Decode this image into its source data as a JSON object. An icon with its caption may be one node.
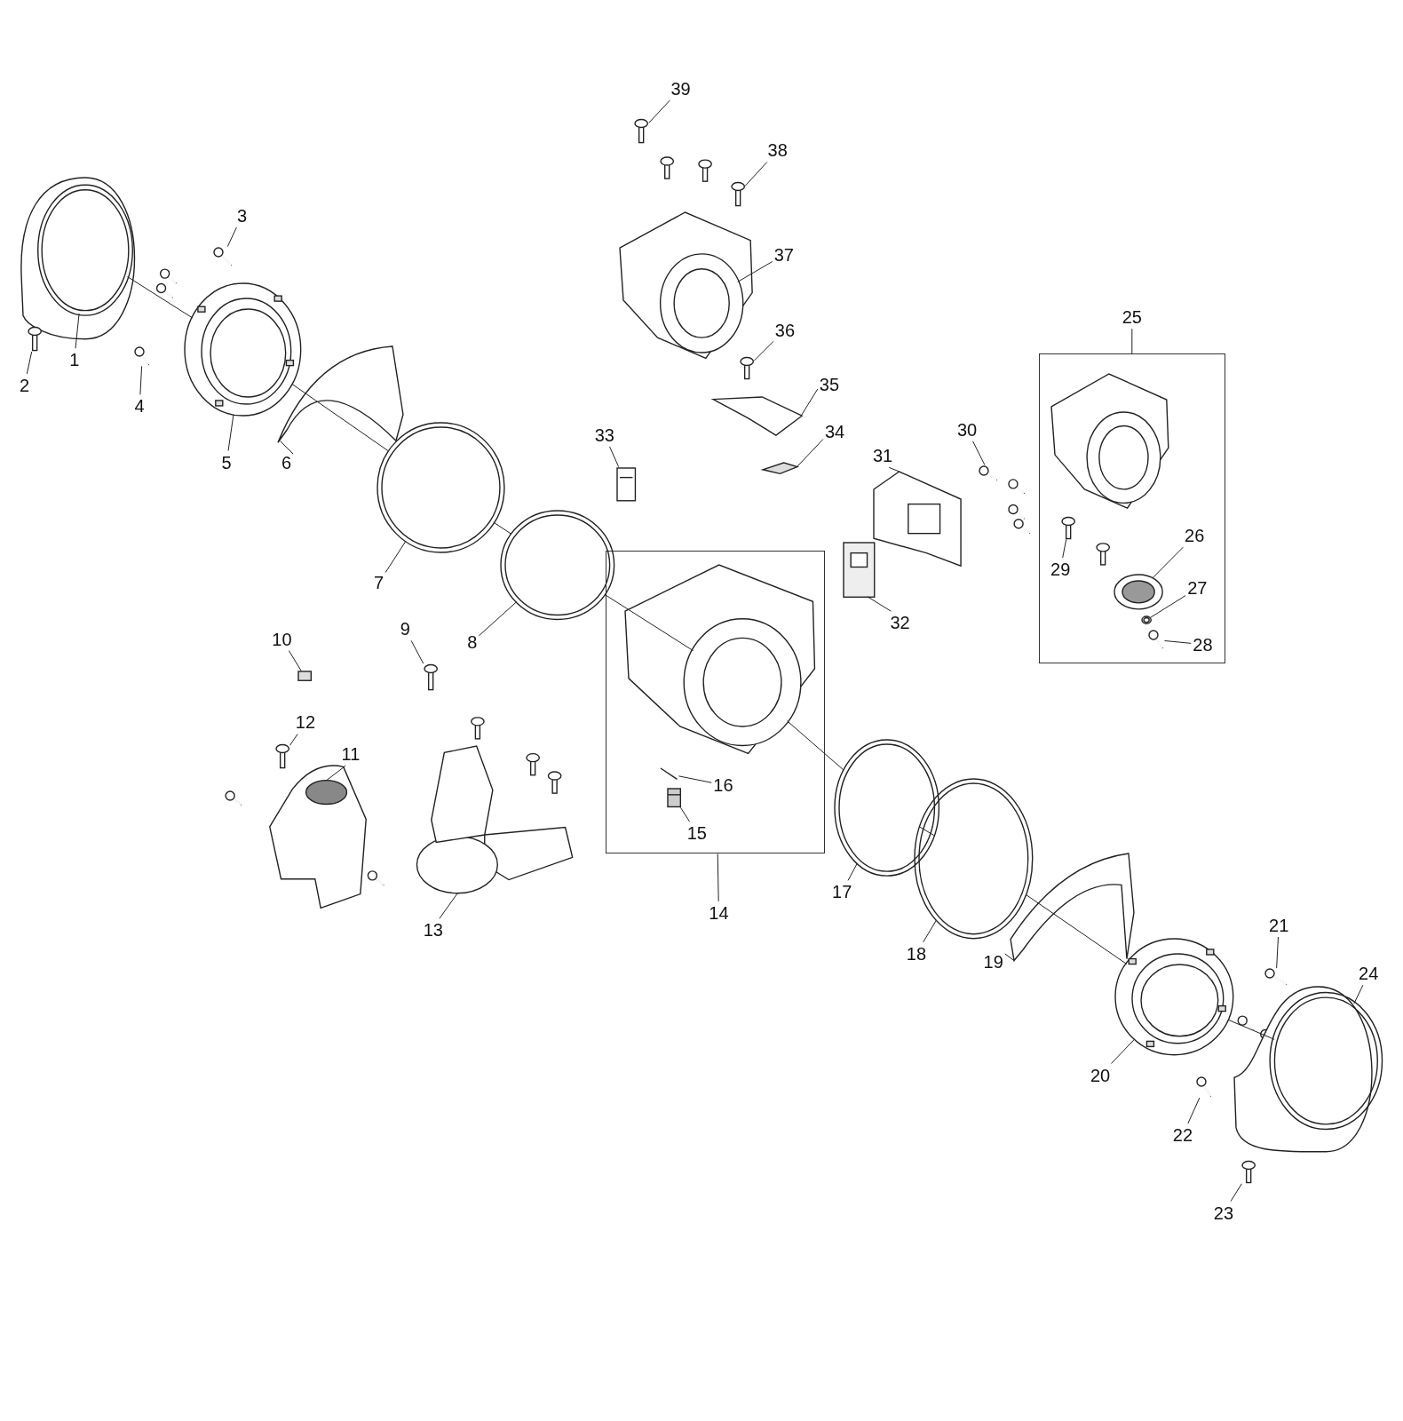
{
  "diagram": {
    "nodes": [
      {
        "text": [
          "1"
        ]
      },
      {
        "text": [],
        "shape": "picture"
      },
      {
        "text": [
          "2"
        ]
      },
      {
        "text": [],
        "shape": "picture"
      },
      {
        "text": [
          "3"
        ]
      },
      {
        "text": [],
        "shape": "picture"
      },
      {
        "text": [
          "4"
        ]
      },
      {
        "text": [],
        "shape": "picture"
      },
      {
        "text": [
          "5"
        ]
      },
      {
        "text": [],
        "shape": "picture"
      },
      {
        "text": [
          "6"
        ]
      },
      {
        "text": [],
        "shape": "picture"
      },
      {
        "text": [
          "7"
        ]
      },
      {
        "text": [],
        "shape": "picture"
      },
      {
        "text": [
          "8"
        ]
      },
      {
        "text": [],
        "shape": "picture"
      },
      {
        "text": [
          "9"
        ]
      },
      {
        "text": [],
        "shape": "picture"
      },
      {
        "text": [
          "10"
        ]
      },
      {
        "text": [],
        "shape": "box"
      },
      {
        "text": [
          "11"
        ]
      },
      {
        "text": [],
        "shape": "picture"
      },
      {
        "text": [
          "12"
        ]
      },
      {
        "text": [],
        "shape": "picture"
      },
      {
        "text": [
          "13"
        ]
      },
      {
        "text": [],
        "shape": "picture"
      },
      {
        "text": [
          "14"
        ]
      },
      {
        "text": [],
        "shape": "box"
      },
      {
        "text": [],
        "shape": "picture",
        "in": 27
      },
      {
        "text": [],
        "shape": "picture",
        "in": 27
      },
      {
        "text": [
          "15"
        ],
        "in": 27
      },
      {
        "text": [],
        "shape": "box",
        "in": 27
      },
      {
        "text": [
          "17"
        ]
      },
      {
        "text": [],
        "shape": "picture"
      },
      {
        "text": [
          "18"
        ]
      },
      {
        "text": [],
        "shape": "picture"
      },
      {
        "text": [
          "19"
        ]
      },
      {
        "text": [],
        "shape": "picture"
      },
      {
        "text": [
          "20"
        ]
      },
      {
        "text": [],
        "shape": "picture"
      },
      {
        "text": [
          "21"
        ]
      },
      {
        "text": [],
        "shape": "picture"
      },
      {
        "text": [
          "22"
        ]
      },
      {
        "text": [],
        "shape": "picture"
      },
      {
        "text": [
          "23"
        ]
      },
      {
        "text": [],
        "shape": "picture"
      },
      {
        "text": [
          "24"
        ]
      },
      {
        "text": [],
        "shape": "picture"
      },
      {
        "text": [
          "25"
        ]
      },
      {
        "text": [],
        "shape": "box"
      },
      {
        "text": [
          "26"
        ],
        "in": 49
      },
      {
        "text": [],
        "shape": "picture",
        "in": 49
      },
      {
        "text": [
          "27"
        ],
        "in": 49
      },
      {
        "text": [],
        "shape": "circle",
        "in": 49
      },
      {
        "text": [
          "28"
        ],
        "in": 49
      },
      {
        "text": [],
        "shape": "picture",
        "in": 49
      },
      {
        "text": [
          "29"
        ],
        "in": 49
      },
      {
        "text": [],
        "shape": "picture",
        "in": 49
      },
      {
        "text": [
          "30"
        ]
      },
      {
        "text": [],
        "shape": "picture"
      },
      {
        "text": [
          "31"
        ]
      },
      {
        "text": [],
        "shape": "picture"
      },
      {
        "text": [
          "32"
        ]
      },
      {
        "text": [],
        "shape": "box"
      },
      {
        "text": [
          "33"
        ]
      },
      {
        "text": [],
        "shape": "box"
      },
      {
        "text": [
          "34"
        ]
      },
      {
        "text": [],
        "shape": "picture"
      },
      {
        "text": [
          "35"
        ]
      },
      {
        "text": [],
        "shape": "picture"
      },
      {
        "text": [
          "36"
        ]
      },
      {
        "text": [],
        "shape": "picture"
      },
      {
        "text": [
          "37"
        ]
      },
      {
        "text": [],
        "shape": "picture"
      },
      {
        "text": [
          "38"
        ]
      },
      {
        "text": [],
        "shape": "picture"
      },
      {
        "text": [
          "39"
        ]
      },
      {
        "text": [],
        "shape": "picture"
      },
      {
        "text": [
          "16"
        ],
        "in": 27
      },
      {
        "text": [],
        "shape": "picture",
        "in": 49
      }
    ],
    "edges": [
      {
        "from": 0,
        "to": 1,
        "arrow": "none"
      },
      {
        "from": 2,
        "to": 3,
        "arrow": "none"
      },
      {
        "from": 4,
        "to": 5,
        "arrow": "none"
      },
      {
        "from": 6,
        "to": 7,
        "arrow": "none"
      },
      {
        "from": 8,
        "to": 9,
        "arrow": "none"
      },
      {
        "from": 10,
        "to": 11,
        "arrow": "none"
      },
      {
        "from": 12,
        "to": 13,
        "arrow": "none"
      },
      {
        "from": 14,
        "to": 15,
        "arrow": "none"
      },
      {
        "from": 16,
        "to": 17,
        "arrow": "none"
      },
      {
        "from": 18,
        "to": 19,
        "arrow": "none"
      },
      {
        "from": 20,
        "to": 21,
        "arrow": "none"
      },
      {
        "from": 22,
        "to": 23,
        "arrow": "none"
      },
      {
        "from": 24,
        "to": 25,
        "arrow": "none"
      },
      {
        "from": 26,
        "to": 27,
        "arrow": "none"
      },
      {
        "from": 78,
        "to": 29,
        "arrow": "none"
      },
      {
        "from": 30,
        "to": 31,
        "arrow": "none"
      },
      {
        "from": 32,
        "to": 33,
        "arrow": "none"
      },
      {
        "from": 34,
        "to": 35,
        "arrow": "none"
      },
      {
        "from": 36,
        "to": 37,
        "arrow": "none"
      },
      {
        "from": 38,
        "to": 39,
        "arrow": "none"
      },
      {
        "from": 40,
        "to": 41,
        "arrow": "none"
      },
      {
        "from": 42,
        "to": 43,
        "arrow": "none"
      },
      {
        "from": 44,
        "to": 45,
        "arrow": "none"
      },
      {
        "from": 46,
        "to": 47,
        "arrow": "none"
      },
      {
        "from": 48,
        "to": 49,
        "arrow": "none"
      },
      {
        "from": 50,
        "to": 51,
        "arrow": "none"
      },
      {
        "from": 52,
        "to": 53,
        "arrow": "none"
      },
      {
        "from": 54,
        "to": 55,
        "arrow": "none"
      },
      {
        "from": 56,
        "to": 57,
        "arrow": "none"
      },
      {
        "from": 58,
        "to": 59,
        "arrow": "none"
      },
      {
        "from": 60,
        "to": 61,
        "arrow": "none"
      },
      {
        "from": 62,
        "to": 63,
        "arrow": "none"
      },
      {
        "from": 64,
        "to": 65,
        "arrow": "none"
      },
      {
        "from": 66,
        "to": 67,
        "arrow": "none"
      },
      {
        "from": 68,
        "to": 69,
        "arrow": "none"
      },
      {
        "from": 70,
        "to": 71,
        "arrow": "none"
      },
      {
        "from": 72,
        "to": 73,
        "arrow": "none"
      },
      {
        "from": 74,
        "to": 75,
        "arrow": "none"
      },
      {
        "from": 76,
        "to": 77,
        "arrow": "none"
      },
      {
        "from": 1,
        "to": 9,
        "arrow": "none"
      },
      {
        "from": 9,
        "to": 13,
        "arrow": "none"
      },
      {
        "from": 13,
        "to": 15,
        "arrow": "none"
      },
      {
        "from": 15,
        "to": 28,
        "arrow": "none"
      },
      {
        "from": 28,
        "to": 33,
        "arrow": "none"
      },
      {
        "from": 33,
        "to": 35,
        "arrow": "none"
      },
      {
        "from": 35,
        "to": 39,
        "arrow": "none"
      },
      {
        "from": 39,
        "to": 47,
        "arrow": "none"
      }
    ]
  }
}
